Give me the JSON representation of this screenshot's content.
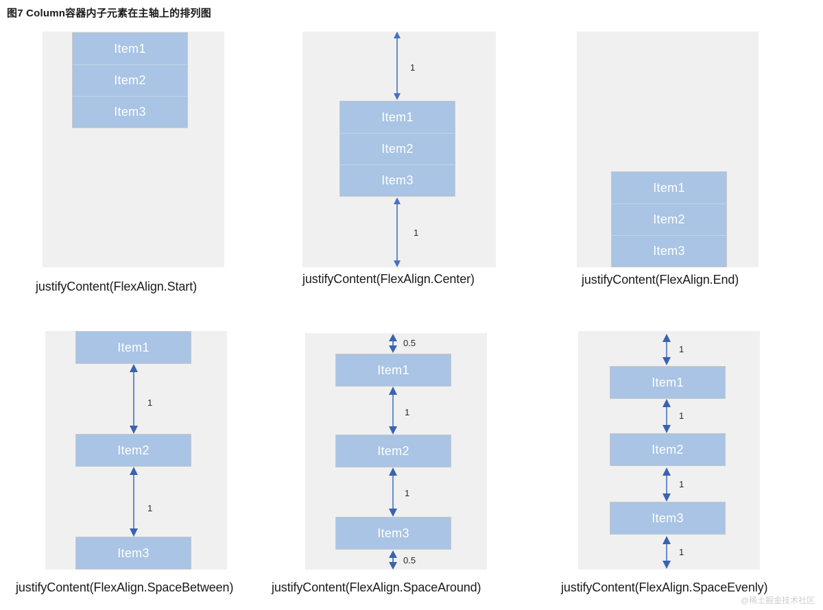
{
  "figure": {
    "title": "图7 Column容器内子元素在主轴上的排列图",
    "watermark": "@稀土掘金技术社区"
  },
  "colors": {
    "panel_background": "#f0f0f0",
    "item_fill": "#a9c4e4",
    "item_border": "#c9c9c9",
    "item_text": "#ffffff",
    "arrow": "#4472c4",
    "caption_text": "#1a1a1a",
    "page_background": "#ffffff"
  },
  "items": {
    "item1": "Item1",
    "item2": "Item2",
    "item3": "Item3"
  },
  "panels": [
    {
      "id": "flex-align-start",
      "caption": "justifyContent(FlexAlign.Start)",
      "alignment": "Start",
      "items": [
        "Item1",
        "Item2",
        "Item3"
      ],
      "gaps": []
    },
    {
      "id": "flex-align-center",
      "caption": "justifyContent(FlexAlign.Center)",
      "alignment": "Center",
      "items": [
        "Item1",
        "Item2",
        "Item3"
      ],
      "gaps": [
        {
          "position": "top",
          "label": "1"
        },
        {
          "position": "bottom",
          "label": "1"
        }
      ]
    },
    {
      "id": "flex-align-end",
      "caption": "justifyContent(FlexAlign.End)",
      "alignment": "End",
      "items": [
        "Item1",
        "Item2",
        "Item3"
      ],
      "gaps": []
    },
    {
      "id": "flex-align-space-between",
      "caption": "justifyContent(FlexAlign.SpaceBetween)",
      "alignment": "SpaceBetween",
      "items": [
        "Item1",
        "Item2",
        "Item3"
      ],
      "gaps": [
        {
          "position": "between-1-2",
          "label": "1"
        },
        {
          "position": "between-2-3",
          "label": "1"
        }
      ]
    },
    {
      "id": "flex-align-space-around",
      "caption": "justifyContent(FlexAlign.SpaceAround)",
      "alignment": "SpaceAround",
      "items": [
        "Item1",
        "Item2",
        "Item3"
      ],
      "gaps": [
        {
          "position": "top",
          "label": "0.5"
        },
        {
          "position": "between-1-2",
          "label": "1"
        },
        {
          "position": "between-2-3",
          "label": "1"
        },
        {
          "position": "bottom",
          "label": "0.5"
        }
      ]
    },
    {
      "id": "flex-align-space-evenly",
      "caption": "justifyContent(FlexAlign.SpaceEvenly)",
      "alignment": "SpaceEvenly",
      "items": [
        "Item1",
        "Item2",
        "Item3"
      ],
      "gaps": [
        {
          "position": "top",
          "label": "1"
        },
        {
          "position": "between-1-2",
          "label": "1"
        },
        {
          "position": "between-2-3",
          "label": "1"
        },
        {
          "position": "bottom",
          "label": "1"
        }
      ]
    }
  ]
}
